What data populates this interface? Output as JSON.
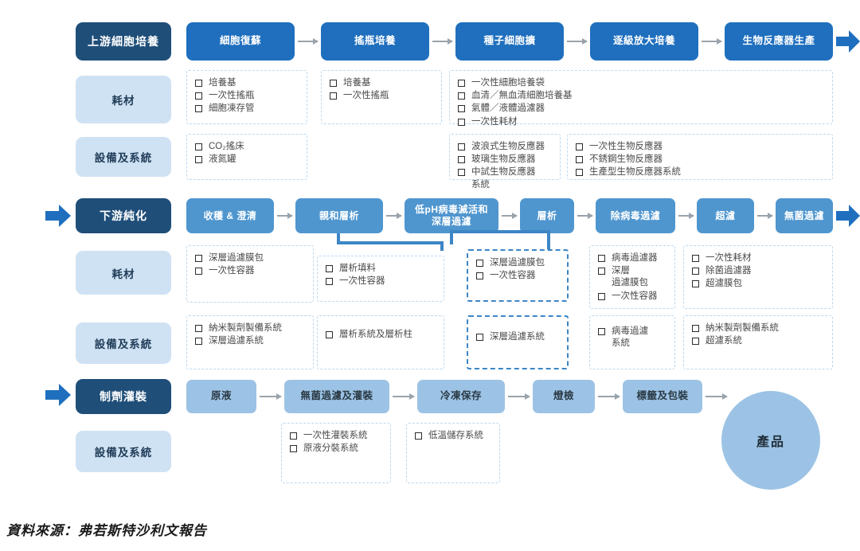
{
  "diagram": {
    "title_caption": "資料來源：弗若斯特沙利文報告",
    "colors": {
      "navy": "#1f4e79",
      "light_pill": "#cfe2f3",
      "strong_blue": "#1f6fbe",
      "mid_blue": "#4f96cf",
      "soft_blue": "#9cc3e5",
      "dash_light": "#bcd8ef",
      "dash_highlight": "#3c86c6",
      "arrow_grey": "#9aa3ab"
    },
    "row_labels": {
      "upstream": "上游細胞培養",
      "consumables_1": "耗材",
      "equipment_1": "設備及系統",
      "downstream": "下游純化",
      "consumables_2": "耗材",
      "equipment_2": "設備及系統",
      "fillfinish": "制劑灌裝",
      "equipment_3": "設備及系統"
    },
    "upstream_steps": [
      "細胞復蘇",
      "搖瓶培養",
      "種子細胞擴",
      "逐級放大培養",
      "生物反應器生產"
    ],
    "upstream_consumables": [
      {
        "items": [
          "培養基",
          "一次性搖瓶",
          "細胞凍存管"
        ]
      },
      {
        "items": [
          "培養基",
          "一次性搖瓶"
        ]
      },
      {
        "items": [
          "一次性細胞培養袋",
          "血清／無血清細胞培養基",
          "氣體／液體過濾器",
          "一次性耗材"
        ]
      }
    ],
    "upstream_equipment": [
      {
        "items": [
          "CO₂搖床",
          "液氮罐"
        ]
      },
      {
        "items": [
          "波浪式生物反應器",
          "玻璃生物反應器",
          "中試生物反應器\n系統"
        ]
      },
      {
        "items": [
          "一次性生物反應器",
          "不銹鋼生物反應器",
          "生產型生物反應器系統"
        ]
      }
    ],
    "downstream_steps": [
      "收穫 & 澄清",
      "親和層析",
      "低pH病毒滅活和\n深層過濾",
      "層析",
      "除病毒過濾",
      "超濾",
      "無菌過濾"
    ],
    "downstream_consumables": [
      {
        "items": [
          "深層過濾膜包",
          "一次性容器"
        ],
        "highlight": false
      },
      {
        "items": [
          "層析填料",
          "一次性容器"
        ],
        "highlight": false
      },
      {
        "items": [
          "深層過濾膜包",
          "一次性容器"
        ],
        "highlight": true
      },
      {
        "items": [
          "病毒過濾器",
          "深層\n過濾膜包",
          "一次性容器"
        ],
        "highlight": false
      },
      {
        "items": [
          "一次性耗材",
          "除菌過濾器",
          "超濾膜包"
        ],
        "highlight": false
      }
    ],
    "downstream_equipment": [
      {
        "items": [
          "納米製劑製備系統",
          "深層過濾系統"
        ],
        "highlight": false
      },
      {
        "items": [
          "層析系統及層析柱"
        ],
        "highlight": false
      },
      {
        "items": [
          "深層過濾系統"
        ],
        "highlight": true
      },
      {
        "items": [
          "病毒過濾\n系統"
        ],
        "highlight": false
      },
      {
        "items": [
          "納米製劑製備系統",
          "超濾系統"
        ],
        "highlight": false
      }
    ],
    "fillfinish_steps": [
      "原液",
      "無菌過濾及灌裝",
      "冷凍保存",
      "燈檢",
      "標籤及包裝"
    ],
    "fillfinish_equipment": [
      {
        "items": [
          "一次性灌裝系統",
          "原液分裝系統"
        ]
      },
      {
        "items": [
          "低溫儲存系統"
        ]
      }
    ],
    "product_label": "產品"
  }
}
